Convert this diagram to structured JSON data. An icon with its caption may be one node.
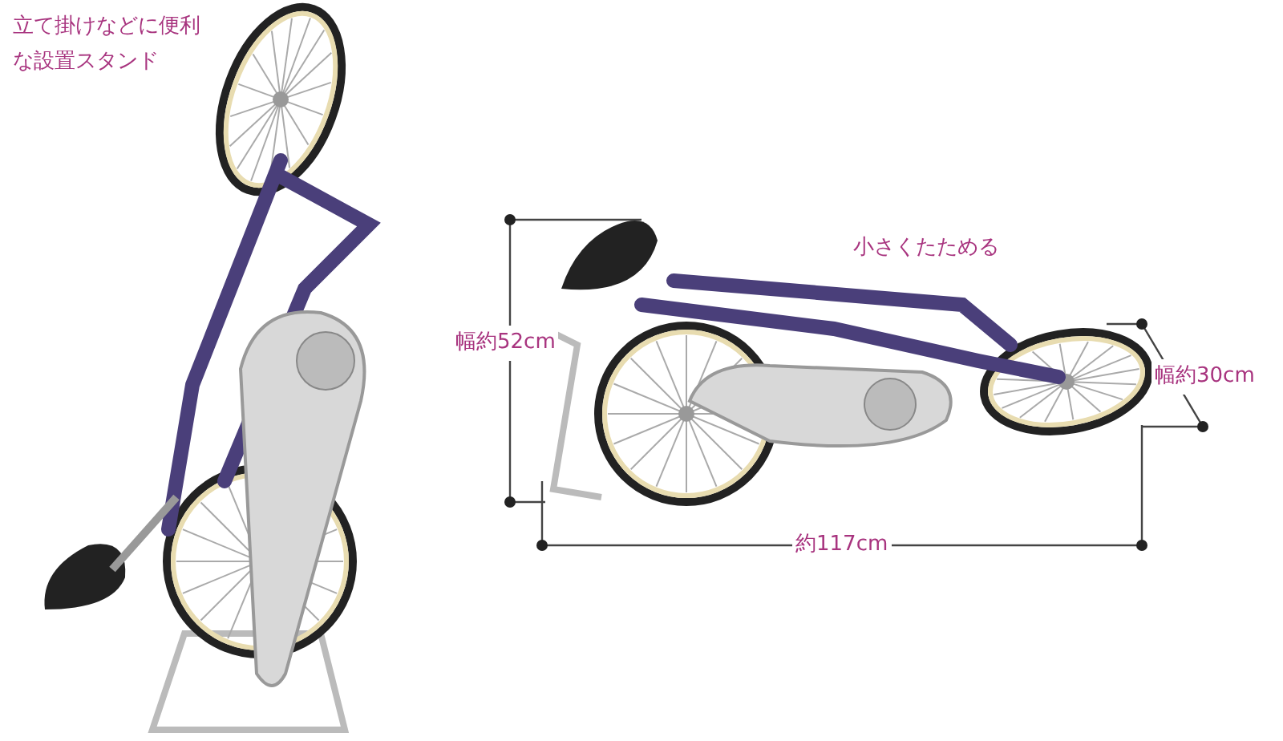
{
  "diagram": {
    "labels": [
      "立て掛けなどに便利な設置スタンド",
      "小さくたためる",
      "幅約52cm",
      "幅約30cm",
      "約117cm"
    ]
  }
}
